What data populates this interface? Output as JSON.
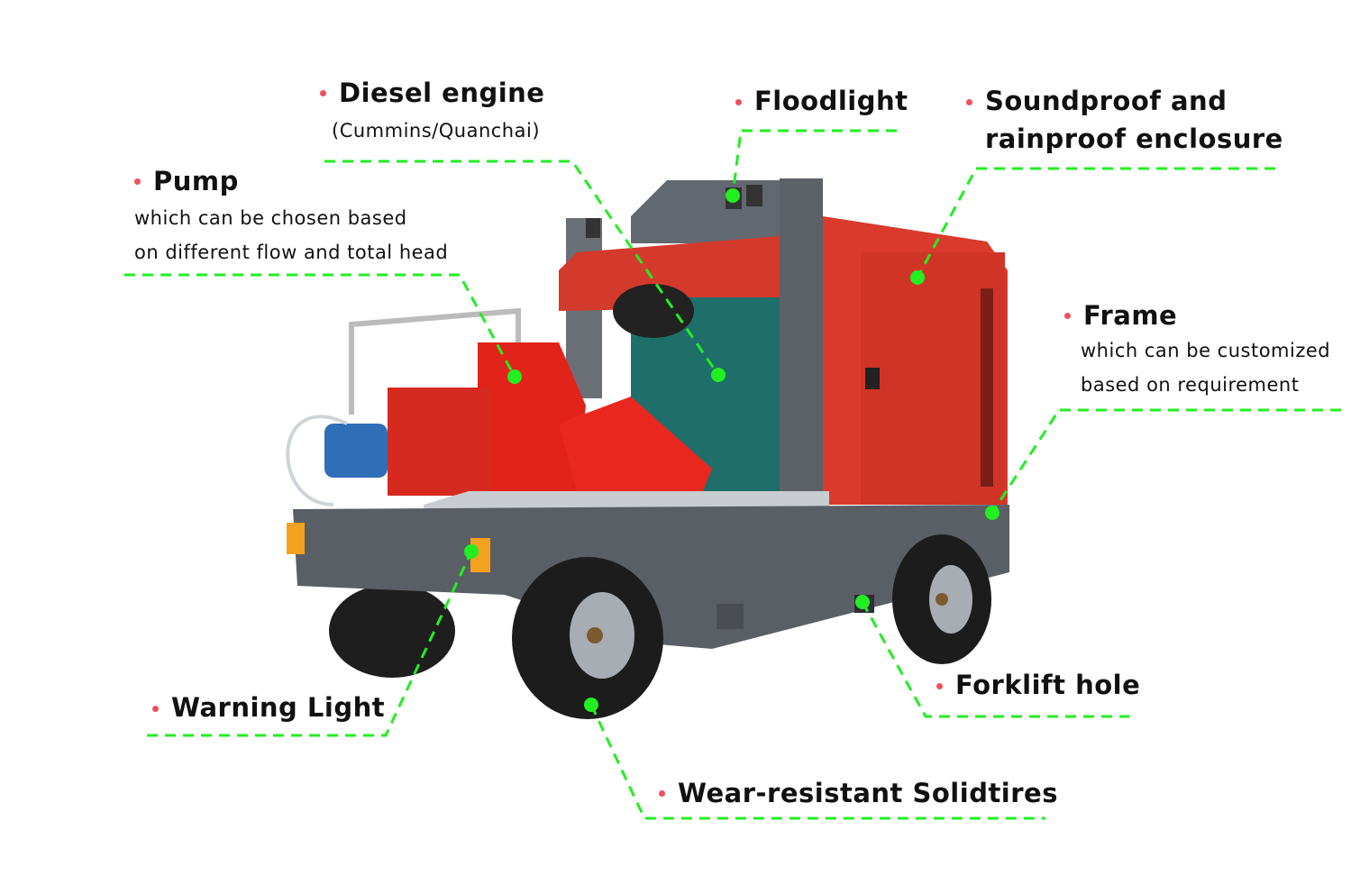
{
  "colors": {
    "leader": "#22ee22",
    "bullet": "#f0505a",
    "enclosure": "#d93a2b",
    "frame": "#5c6166"
  },
  "callouts": {
    "diesel": {
      "title": "Diesel engine",
      "sub": "(Cummins/Quanchai)"
    },
    "floodlight": {
      "title": "Floodlight"
    },
    "enclosure": {
      "title_line1": "Soundproof and",
      "title_line2": "rainproof enclosure"
    },
    "pump": {
      "title": "Pump",
      "sub_line1": "which can be chosen based",
      "sub_line2": "on different flow and total head"
    },
    "frame": {
      "title": "Frame",
      "sub_line1": "which can be customized",
      "sub_line2": "based on requirement"
    },
    "warning": {
      "title": "Warning Light"
    },
    "forklift": {
      "title": "Forklift hole"
    },
    "tires": {
      "title": "Wear-resistant  Solidtires"
    }
  }
}
